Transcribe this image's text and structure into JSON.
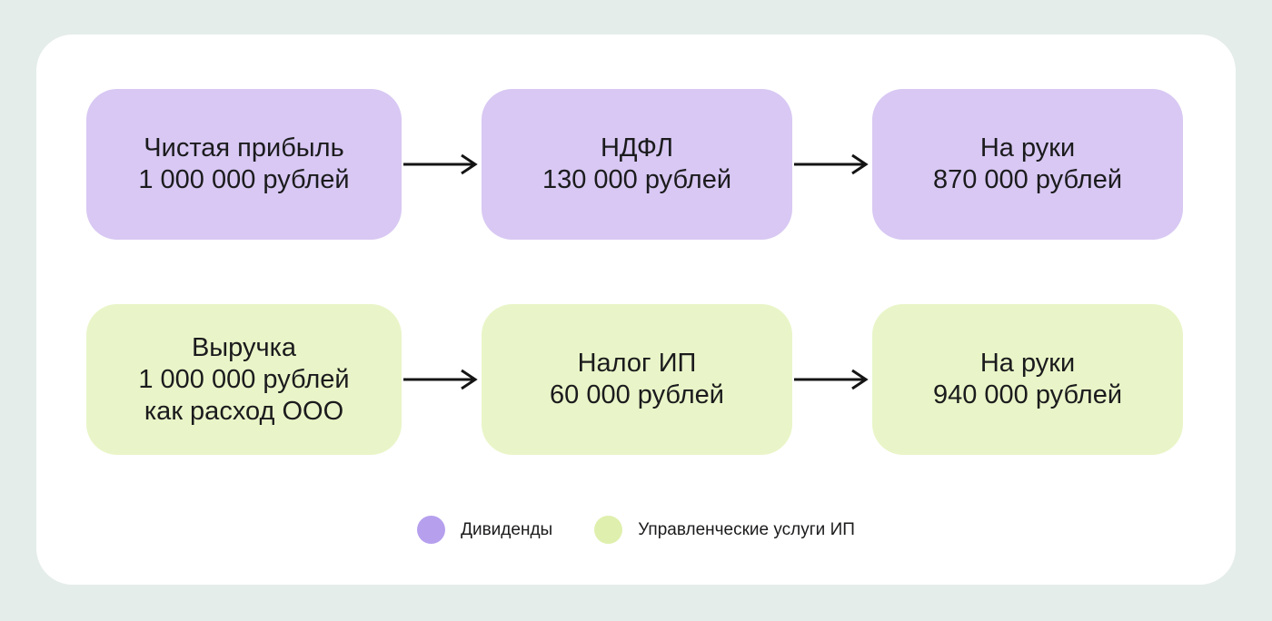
{
  "colors": {
    "bg": "#e4ede9",
    "card_bg": "#ffffff",
    "purple_box": "#d8c8f3",
    "green_box": "#e9f5c8",
    "purple_dot": "#b6a0ee",
    "green_dot": "#dff0ae",
    "text": "#1b1b1d",
    "arrow": "#141414"
  },
  "rows": [
    {
      "name": "dividends-flow",
      "boxes": [
        {
          "lines": [
            "Чистая прибыль",
            "1 000 000 рублей"
          ]
        },
        {
          "lines": [
            "НДФЛ",
            "130 000 рублей"
          ]
        },
        {
          "lines": [
            "На руки",
            "870 000 рублей"
          ]
        }
      ]
    },
    {
      "name": "ip-services-flow",
      "boxes": [
        {
          "lines": [
            "Выручка",
            "1 000 000 рублей",
            "как расход ООО"
          ]
        },
        {
          "lines": [
            "Налог ИП",
            "60 000 рублей"
          ]
        },
        {
          "lines": [
            "На руки",
            "940 000 рублей"
          ]
        }
      ]
    }
  ],
  "legend": [
    {
      "label": "Дивиденды"
    },
    {
      "label": "Управленческие услуги ИП"
    }
  ]
}
